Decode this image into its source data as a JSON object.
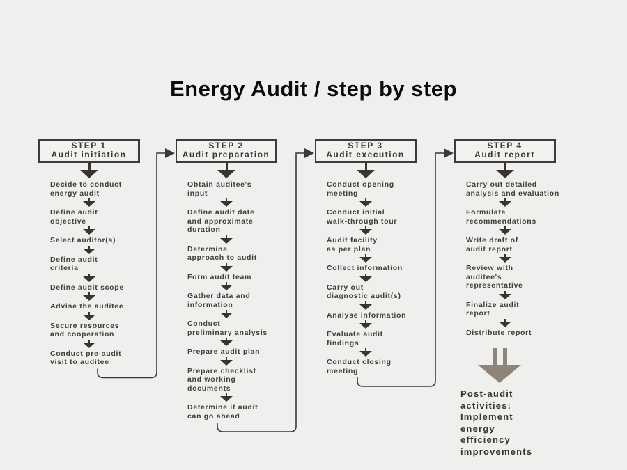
{
  "title": "Energy Audit / step by step",
  "colors": {
    "background": "#efefed",
    "line": "#3a3a3a",
    "text": "#403d3a",
    "title_text": "#0b0b0b",
    "post_arrow": "#8d8577"
  },
  "icons": {
    "down_arrow": "css-triangle-down",
    "right_arrow": "svg-triangle-right",
    "post_audit_arrow": "css-big-down-arrow"
  },
  "columns": [
    {
      "header": {
        "line1": "STEP 1",
        "line2": "Audit initiation"
      },
      "steps": [
        "Decide to conduct\nenergy audit",
        "Define audit\nobjective",
        "Select auditor(s)",
        "Define audit\ncriteria",
        "Define audit scope",
        "Advise the auditee",
        "Secure resources\nand cooperation",
        "Conduct pre-audit\nvisit to auditee"
      ]
    },
    {
      "header": {
        "line1": "STEP 2",
        "line2": "Audit preparation"
      },
      "steps": [
        "Obtain auditee's\ninput",
        "Define audit date\nand approximate\nduration",
        "Determine\napproach to audit",
        "Form audit team",
        "Gather data and\ninformation",
        "Conduct\npreliminary analysis",
        "Prepare audit plan",
        "Prepare checklist\nand working\ndocuments",
        "Determine if audit\ncan go ahead"
      ]
    },
    {
      "header": {
        "line1": "STEP 3",
        "line2": "Audit execution"
      },
      "steps": [
        "Conduct opening\nmeeting",
        "Conduct initial\nwalk-through tour",
        "Audit facility\nas per plan",
        "Collect information",
        "Carry out\ndiagnostic audit(s)",
        "Analyse information",
        "Evaluate audit\nfindings",
        "Conduct closing\nmeeting"
      ]
    },
    {
      "header": {
        "line1": "STEP 4",
        "line2": "Audit report"
      },
      "steps": [
        "Carry out detailed\nanalysis and evaluation",
        "Formulate\nrecommendations",
        "Write draft of\naudit report",
        "Review with\nauditee's\nrepresentative",
        "Finalize audit\nreport",
        "Distribute report"
      ]
    }
  ],
  "post_audit": {
    "text": "Post-audit\nactivities:\nImplement\nenergy\nefficiency\nimprovements"
  }
}
